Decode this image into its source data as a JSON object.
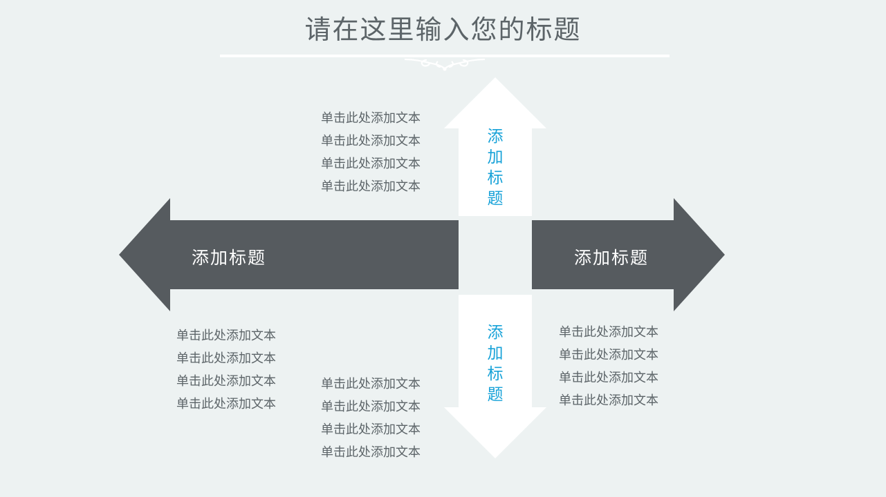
{
  "slide": {
    "background_color": "#edf2f2",
    "title": "请在这里输入您的标题",
    "title_color": "#5c6468"
  },
  "colors": {
    "arrow_gray": "#565b5f",
    "arrow_white": "#ffffff",
    "accent_cyan": "#17a2d8",
    "body_text": "#5c6468",
    "background": "#edf2f2"
  },
  "arrows": {
    "horizontal": {
      "name": "horizontal-double-arrow",
      "fill": "#565b5f",
      "left_label": "添加标题",
      "right_label": "添加标题"
    },
    "vertical": {
      "name": "vertical-double-arrow",
      "fill": "#ffffff",
      "top_label": "添加标题",
      "bottom_label": "添加标题"
    }
  },
  "text_blocks": {
    "top_center": [
      "单击此处添加文本",
      "单击此处添加文本",
      "单击此处添加文本",
      "单击此处添加文本"
    ],
    "bottom_left": [
      "单击此处添加文本",
      "单击此处添加文本",
      "单击此处添加文本",
      "单击此处添加文本"
    ],
    "bottom_middle": [
      "单击此处添加文本",
      "单击此处添加文本",
      "单击此处添加文本",
      "单击此处添加文本"
    ],
    "bottom_right": [
      "单击此处添加文本",
      "单击此处添加文本",
      "单击此处添加文本",
      "单击此处添加文本"
    ]
  },
  "decorations": {
    "title_rule": "horizontal-rule",
    "title_ornament": "flourish-ornament-icon"
  }
}
